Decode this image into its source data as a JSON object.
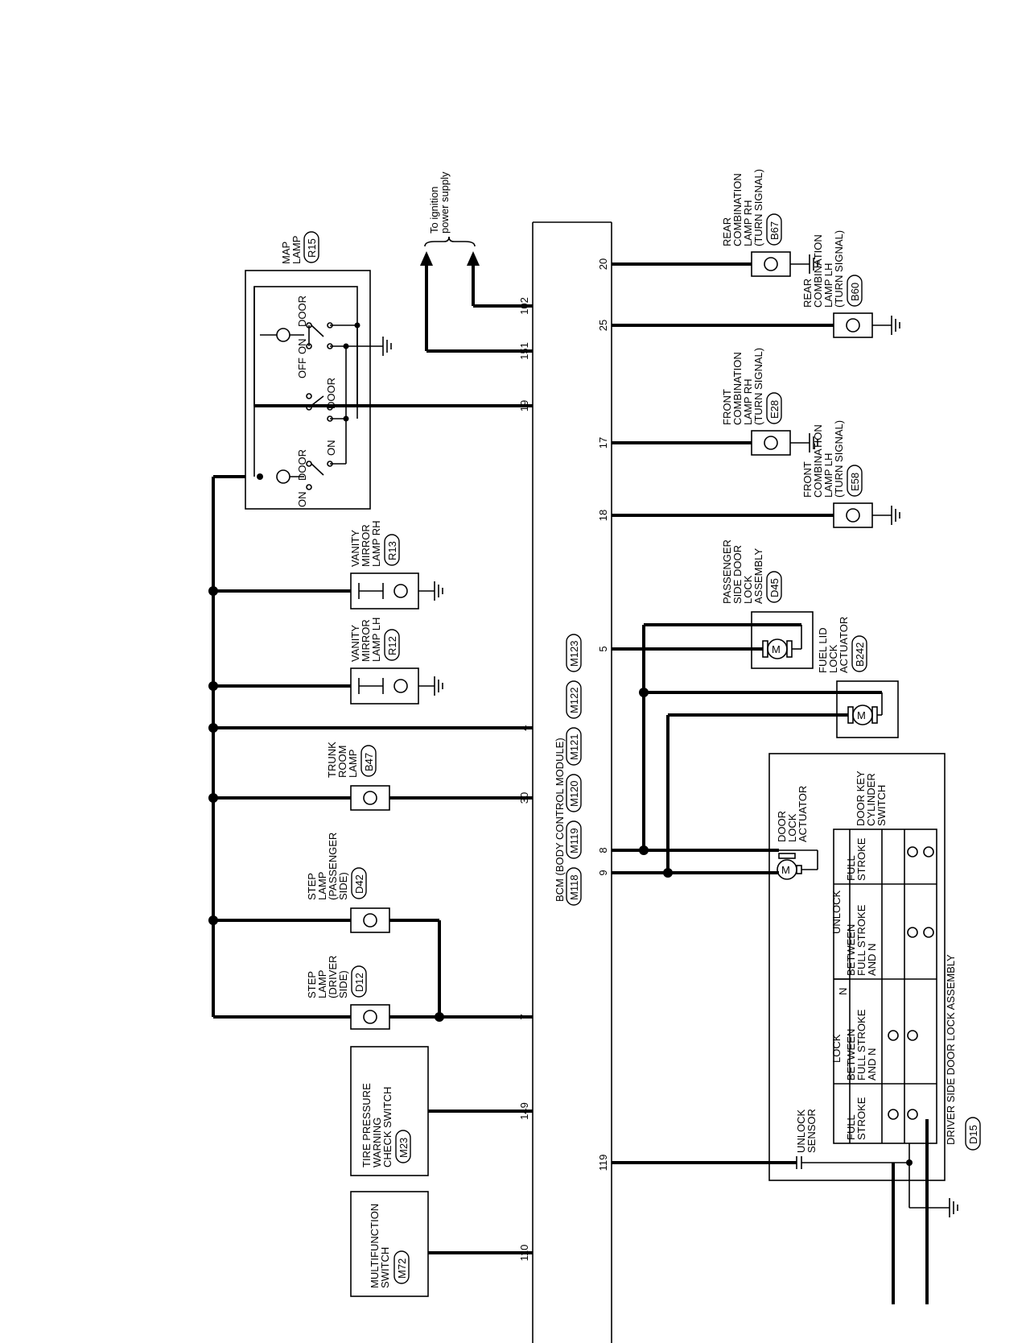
{
  "bcm": {
    "title": "BCM (BODY CONTROL MODULE)",
    "connectors": [
      "M118",
      "M119",
      "M120",
      "M121",
      "M122",
      "M123"
    ]
  },
  "ignition": {
    "label1": "To ignition",
    "label2": "power supply"
  },
  "pins_top": [
    "110",
    "149",
    "7",
    "30",
    "4",
    "19",
    "151",
    "102"
  ],
  "pins_bottom": [
    "119",
    "9",
    "8",
    "5",
    "18",
    "17",
    "25",
    "20"
  ],
  "components": {
    "multifunction": {
      "lines": [
        "MULTIFUNCTION",
        "SWITCH"
      ],
      "conn": "M72"
    },
    "tire_pressure": {
      "lines": [
        "TIRE PRESSURE",
        "WARNING",
        "CHECK SWITCH"
      ],
      "conn": "M23"
    },
    "step_driver": {
      "lines": [
        "STEP",
        "LAMP",
        "(DRIVER",
        "SIDE)"
      ],
      "conn": "D12"
    },
    "step_passenger": {
      "lines": [
        "STEP",
        "LAMP",
        "(PASSENGER",
        "SIDE)"
      ],
      "conn": "D42"
    },
    "trunk": {
      "lines": [
        "TRUNK",
        "ROOM",
        "LAMP"
      ],
      "conn": "B47"
    },
    "vanity_lh": {
      "lines": [
        "VANITY",
        "MIRROR",
        "LAMP LH"
      ],
      "conn": "R12"
    },
    "vanity_rh": {
      "lines": [
        "VANITY",
        "MIRROR",
        "LAMP RH"
      ],
      "conn": "R13"
    },
    "map_lamp": {
      "lines": [
        "MAP",
        "LAMP"
      ],
      "conn": "R15"
    },
    "pass_door_lock": {
      "lines": [
        "PASSENGER",
        "SIDE DOOR",
        "LOCK",
        "ASSEMBLY"
      ],
      "conn": "D45"
    },
    "fuel_lid": {
      "lines": [
        "FUEL LID",
        "LOCK",
        "ACTUATOR"
      ],
      "conn": "B242"
    },
    "front_lh": {
      "lines": [
        "FRONT",
        "COMBINATION",
        "LAMP LH",
        "(TURN SIGNAL)"
      ],
      "conn": "E58"
    },
    "front_rh": {
      "lines": [
        "FRONT",
        "COMBINATION",
        "LAMP RH",
        "(TURN SIGNAL)"
      ],
      "conn": "E28"
    },
    "rear_lh": {
      "lines": [
        "REAR",
        "COMBINATION",
        "LAMP LH",
        "(TURN SIGNAL)"
      ],
      "conn": "B60"
    },
    "rear_rh": {
      "lines": [
        "REAR",
        "COMBINATION",
        "LAMP RH",
        "(TURN SIGNAL)"
      ],
      "conn": "B67"
    },
    "driver_door_lock": {
      "lines": [
        "DRIVER SIDE DOOR LOCK ASSEMBLY"
      ],
      "conn": "D15"
    }
  },
  "map_switch": {
    "on": "ON",
    "door": "DOOR",
    "off": "OFF"
  },
  "driver_door": {
    "actuator": [
      "DOOR",
      "LOCK",
      "ACTUATOR"
    ],
    "unlock_sensor": [
      "UNLOCK",
      "SENSOR"
    ],
    "table": {
      "lock": "LOCK",
      "unlock": "UNLOCK",
      "n": "N",
      "full_stroke": [
        "FULL",
        "STROKE"
      ],
      "between": [
        "BETWEEN",
        "FULL STROKE",
        "AND N"
      ],
      "key_switch": [
        "DOOR KEY",
        "CYLINDER",
        "SWITCH"
      ]
    }
  },
  "motor_symbol": "M"
}
